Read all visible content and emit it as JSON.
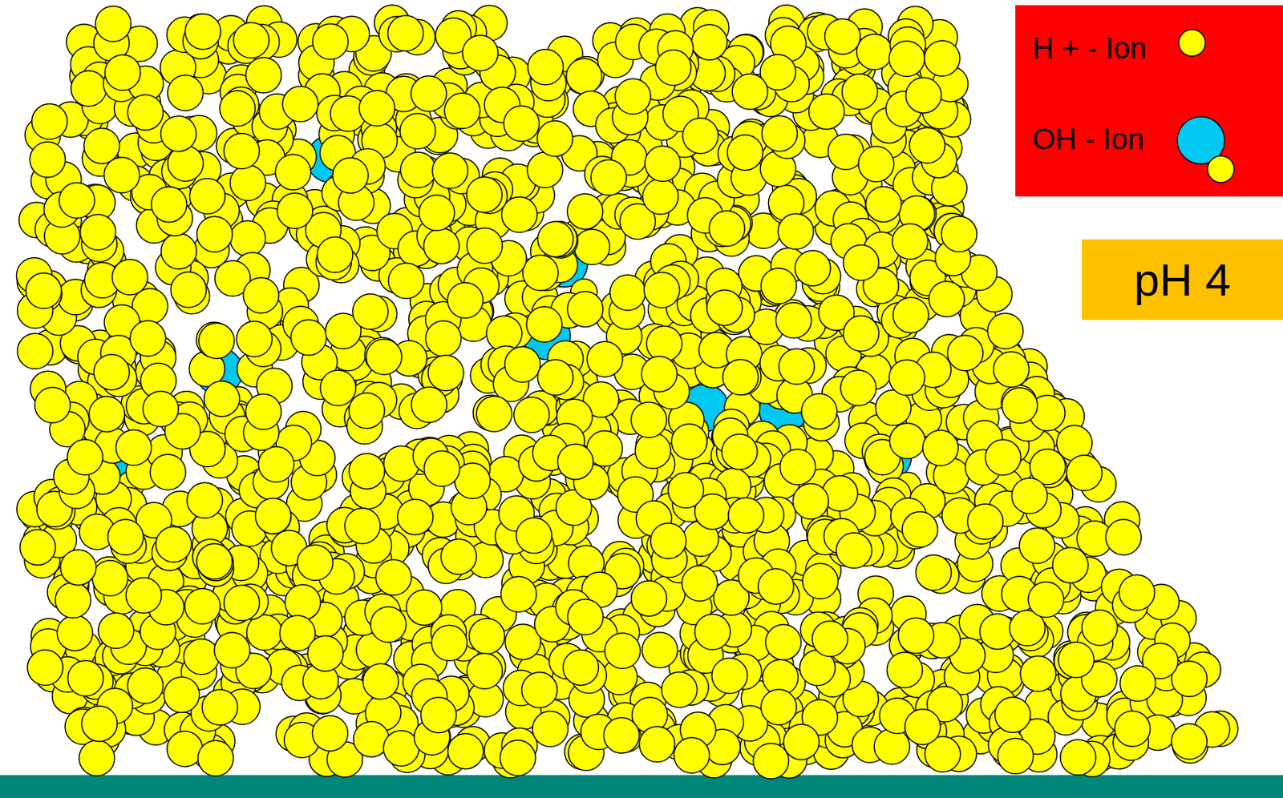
{
  "diagram": {
    "nodes": [
      {
        "text": [
          "pH 4"
        ]
      }
    ],
    "legend": [
      {
        "text": "H + - Ion",
        "color": "#ffff00"
      },
      {
        "text": "OH - Ion"
      }
    ]
  }
}
